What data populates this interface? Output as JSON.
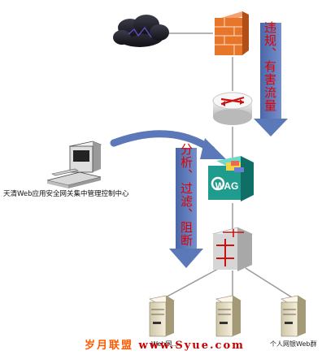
{
  "labels": {
    "inbound_traffic": "违规、有害流量",
    "processing": "分析、过滤、阻断",
    "console": "天清Web应用安全网关集中管理控制中心",
    "wag_logo": "WAG",
    "server_left": "Web网...",
    "server_right": "个人网银Web群"
  },
  "watermark": {
    "part1": "岁月联盟",
    "part2": "www.Syue.com"
  },
  "colors": {
    "arrow_blue": "#5b78b8",
    "label_red": "#e00000",
    "line_gray": "#9a9a9a",
    "firewall_orange": "#e8762a",
    "wag_teal": "#1f9c8e"
  }
}
